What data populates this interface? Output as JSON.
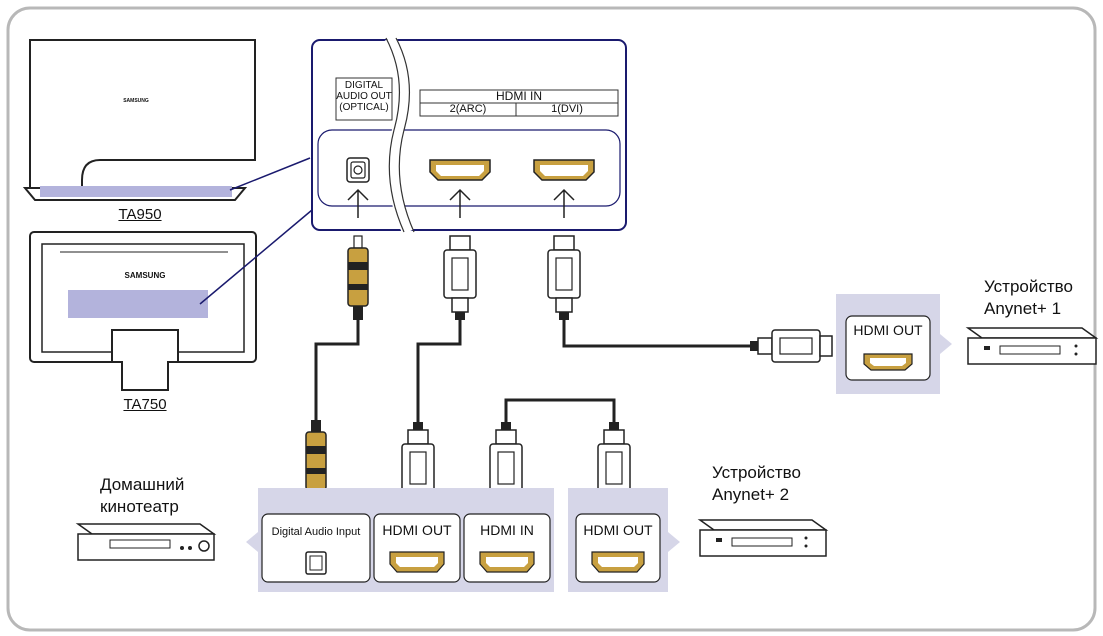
{
  "tv_models": {
    "ta950": "TA950",
    "ta750": "TA750",
    "brand_top": "SAMSUNG",
    "brand_bottom": "SAMSUNG"
  },
  "tv_panel": {
    "optical_label": [
      "DIGITAL",
      "AUDIO OUT",
      "(OPTICAL)"
    ],
    "hdmi_in_title": "HDMI IN",
    "hdmi_port_2": "2(ARC)",
    "hdmi_port_1": "1(DVI)"
  },
  "devices": {
    "anynet1": [
      "Устройство",
      "Anynet+ 1"
    ],
    "anynet2": [
      "Устройство",
      "Anynet+ 2"
    ],
    "home_theater": [
      "Домашний",
      "кинотеатр"
    ]
  },
  "port_boxes": {
    "anynet1_out": "HDMI OUT",
    "ht_digital_in": "Digital Audio Input",
    "ht_hdmi_out": "HDMI OUT",
    "ht_hdmi_in": "HDMI IN",
    "anynet2_out": "HDMI OUT"
  },
  "colors": {
    "frame_border": "#b8b8b8",
    "panel_border": "#1a1a6e",
    "highlight": "#b3b3dc",
    "port_gold": "#c8a040",
    "box_bg": "#d6d6e8"
  }
}
